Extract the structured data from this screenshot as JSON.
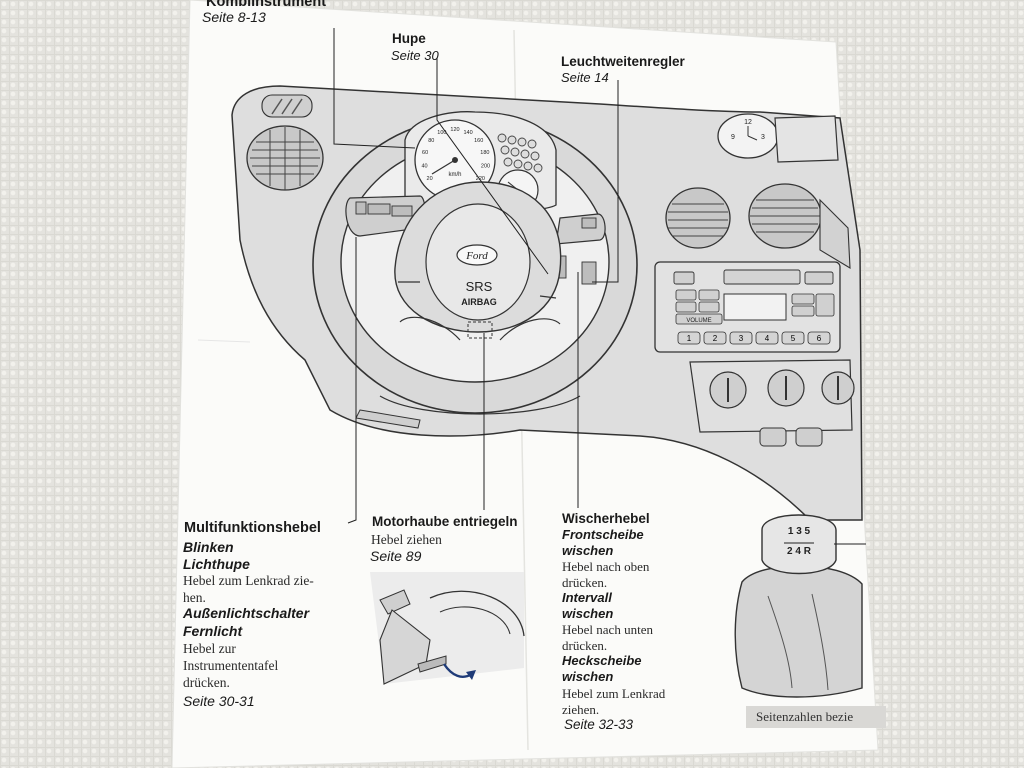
{
  "labels": {
    "kombi": {
      "title": "Kombiinstrument",
      "page": "Seite 8-13"
    },
    "hupe": {
      "title": "Hupe",
      "page": "Seite 30"
    },
    "leucht": {
      "title": "Leuchtweitenregler",
      "page": "Seite 14"
    },
    "multi": {
      "title": "Multifunktionshebel",
      "blinken": "Blinken",
      "lichthupe": "Lichthupe",
      "desc1a": "Hebel zum Lenkrad zie-",
      "desc1b": "hen.",
      "aussen": "Außenlichtschalter",
      "fernlicht": "Fernlicht",
      "desc2a": "Hebel zur",
      "desc2b": "Instrumententafel",
      "desc2c": "drücken.",
      "page": "Seite 30-31"
    },
    "motor": {
      "title": "Motorhaube entriegeln",
      "desc": "Hebel ziehen",
      "page": "Seite 89"
    },
    "wischer": {
      "title": "Wischerhebel",
      "front_a": "Frontscheibe",
      "front_b": "wischen",
      "front_desc_a": "Hebel nach oben",
      "front_desc_b": "drücken.",
      "int_a": "Intervall",
      "int_b": "wischen",
      "int_desc_a": "Hebel nach unten",
      "int_desc_b": "drücken.",
      "heck_a": "Heckscheibe",
      "heck_b": "wischen",
      "heck_desc_a": "Hebel zum Lenkrad",
      "heck_desc_b": "ziehen.",
      "page": "Seite 32-33"
    },
    "footer": "Seitenzahlen bezie"
  },
  "diagram": {
    "brand": "Ford",
    "airbag_a": "SRS",
    "airbag_b": "AIRBAG",
    "gear_top": "1 3 5",
    "gear_bottom": "2 4 R",
    "radio_buttons": [
      "1",
      "2",
      "3",
      "4",
      "5",
      "6"
    ],
    "radio_volume": "VOLUME",
    "clock_12": "12",
    "clock_9": "9",
    "clock_3": "3",
    "speedo_ticks": [
      "20",
      "40",
      "60",
      "80",
      "100",
      "120",
      "140",
      "160",
      "180",
      "200",
      "220"
    ],
    "speed_unit": "km/h"
  },
  "colors": {
    "paper": "#fbfbf9",
    "drawing_fill": "#d6d6d6",
    "drawing_line": "#333333",
    "arrow": "#1f3b78"
  }
}
